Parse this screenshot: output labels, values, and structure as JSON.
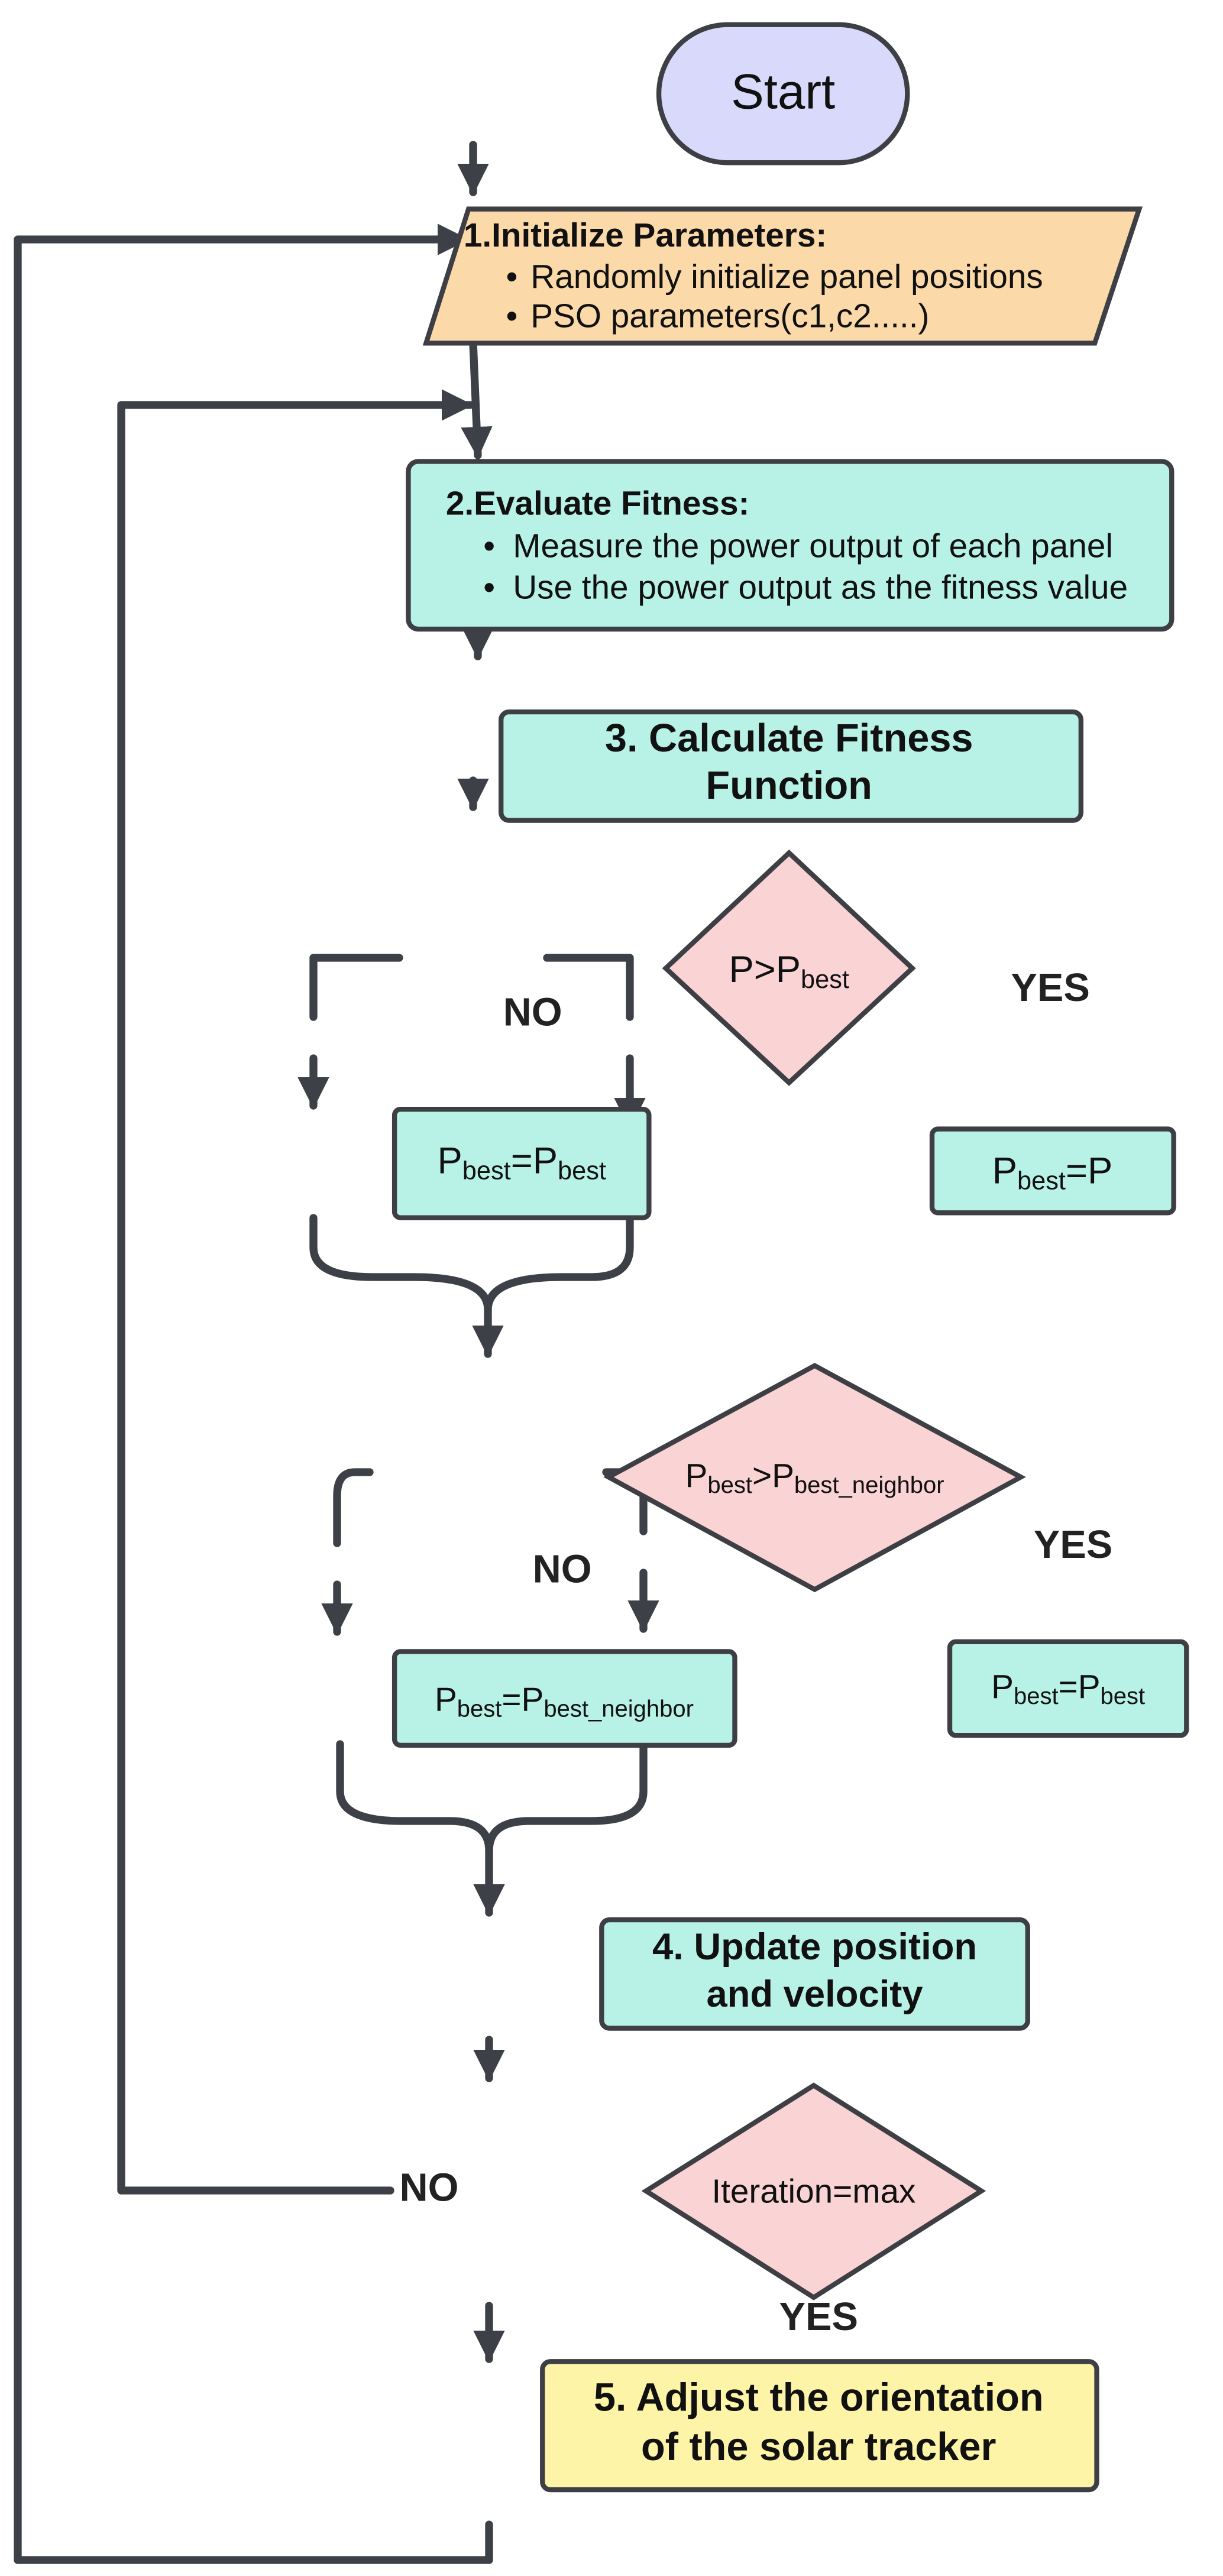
{
  "colors": {
    "start": "#d9dafb",
    "initialize": "#fbd9a9",
    "process": "#b8f2e6",
    "decision": "#fad3d4",
    "final": "#fdf4a8",
    "line": "#3d4147"
  },
  "start": {
    "label": "Start"
  },
  "initialize": {
    "title": "1.Initialize Parameters:",
    "items": [
      "Randomly initialize panel positions",
      "PSO parameters(c1,c2.....)"
    ]
  },
  "evaluate": {
    "title": "2.Evaluate Fitness:",
    "items": [
      "Measure the power output  of each panel",
      "Use the power output as the fitness value"
    ]
  },
  "calculate": {
    "line1": "3. Calculate Fitness",
    "line2": "Function"
  },
  "decision1": {
    "base": "P>P",
    "sub": "best"
  },
  "d1_no": {
    "base1": "P",
    "sub1": "best",
    "eq": "=P",
    "sub2": "best"
  },
  "d1_yes": {
    "base1": "P",
    "sub1": "best",
    "eq": "=P"
  },
  "decision2": {
    "base1": "P",
    "sub1": "best",
    "op": ">P",
    "sub2": "best_neighbor"
  },
  "d2_no": {
    "base1": "P",
    "sub1": "best",
    "eq": "=P",
    "sub2": "best_neighbor"
  },
  "d2_yes": {
    "base1": "P",
    "sub1": "best",
    "eq": "=P",
    "sub2": "best"
  },
  "update": {
    "line1": "4. Update position",
    "line2": "and velocity"
  },
  "decision3": {
    "label": "Iteration=max"
  },
  "final": {
    "line1": "5. Adjust the orientation",
    "line2": "of the solar tracker"
  },
  "labels": {
    "no": "NO",
    "yes": "YES"
  }
}
